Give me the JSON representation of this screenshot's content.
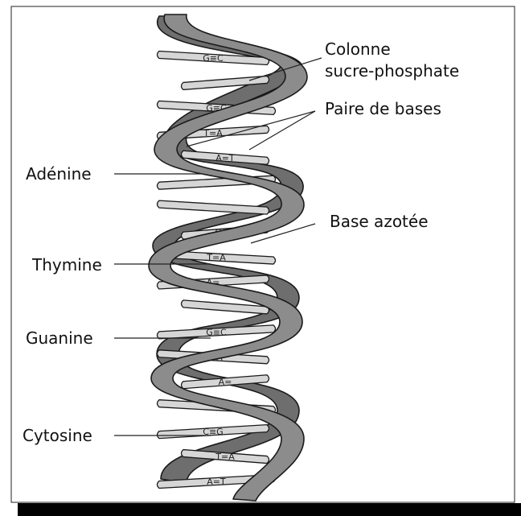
{
  "colors": {
    "strand_front": "#8c8c8c",
    "strand_back": "#6e6e6e",
    "base_pair": "#d6d6d6",
    "outline": "#1a1a1a",
    "bottom_bar": "#000000"
  },
  "labels": {
    "backbone_line1": "Colonne",
    "backbone_line2": "sucre-phosphate",
    "base_pair": "Paire de bases",
    "nitrogen_base": "Base azotée",
    "adenine": "Adénine",
    "thymine": "Thymine",
    "guanine": "Guanine",
    "cytosine": "Cytosine"
  },
  "base_pairs": [
    {
      "text": "G≡C",
      "front_side": "right"
    },
    {
      "text": "",
      "front_side": "left"
    },
    {
      "text": "G≡C",
      "front_side": "right"
    },
    {
      "text": "T=A",
      "front_side": "right"
    },
    {
      "text": "A=T",
      "front_side": "right"
    },
    {
      "text": "",
      "front_side": "left"
    },
    {
      "text": "",
      "front_side": "left"
    },
    {
      "text": "G≡C",
      "front_side": "left"
    },
    {
      "text": "T=A",
      "front_side": "left"
    },
    {
      "text": "A=",
      "front_side": "right"
    },
    {
      "text": "",
      "front_side": "right"
    },
    {
      "text": "G≡C",
      "front_side": "right"
    },
    {
      "text": "T=A",
      "front_side": "right"
    },
    {
      "text": "A=",
      "front_side": "left"
    },
    {
      "text": "",
      "front_side": "left"
    },
    {
      "text": "C≡G",
      "front_side": "left"
    },
    {
      "text": "T=A",
      "front_side": "left"
    },
    {
      "text": "A=T",
      "front_side": "right"
    }
  ]
}
